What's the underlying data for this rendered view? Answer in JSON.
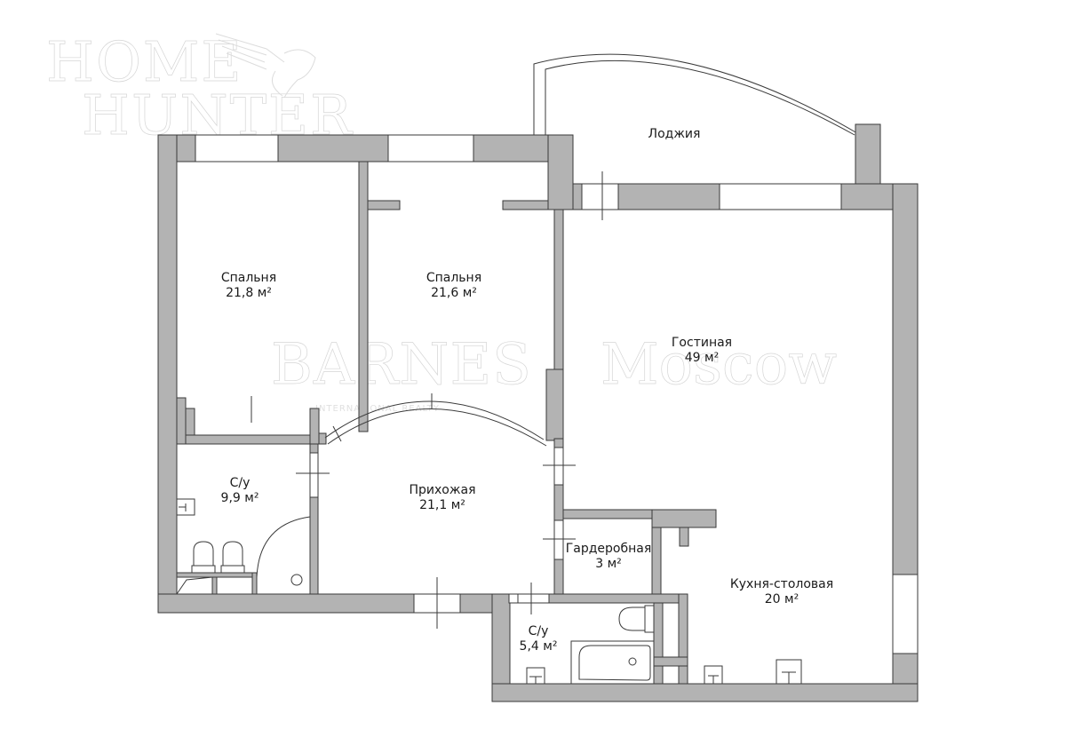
{
  "watermarks": {
    "top_left_line1": "HOME",
    "top_left_line2": "HUNTER",
    "center_brand": "BARNES",
    "center_city": "Moscow",
    "center_tagline": "INTERNATIONAL REALTY"
  },
  "rooms": [
    {
      "id": "bedroom-1",
      "name": "Спальня",
      "area": "21,8 м²"
    },
    {
      "id": "bedroom-2",
      "name": "Спальня",
      "area": "21,6 м²"
    },
    {
      "id": "loggia",
      "name": "Лоджия",
      "area": ""
    },
    {
      "id": "living-room",
      "name": "Гостиная",
      "area": "49 м²"
    },
    {
      "id": "bathroom-1",
      "name": "С/у",
      "area": "9,9 м²"
    },
    {
      "id": "hallway",
      "name": "Прихожая",
      "area": "21,1 м²"
    },
    {
      "id": "wardrobe",
      "name": "Гардеробная",
      "area": "3 м²"
    },
    {
      "id": "bathroom-2",
      "name": "С/у",
      "area": "5,4 м²"
    },
    {
      "id": "kitchen-dining",
      "name": "Кухня-столовая",
      "area": "20 м²"
    }
  ],
  "colors": {
    "wall_fill": "#b3b3b3",
    "wall_stroke": "#3a3a3a",
    "background": "#ffffff",
    "label_text": "#1a1a1a",
    "watermark": "#d6d6d6"
  }
}
